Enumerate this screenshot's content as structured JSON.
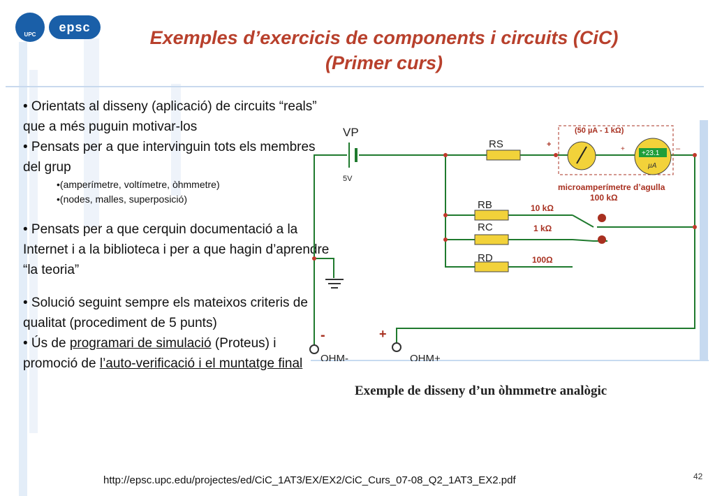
{
  "header": {
    "logo_upc": "UPC",
    "logo_epsc": "epsc",
    "title_line1": "Exemples d’exercicis de components i circuits (CiC)",
    "title_line2": "(Primer curs)"
  },
  "bullets": {
    "b1": "• Orientats al disseny (aplicació) de circuits “reals” que a més puguin motivar-los",
    "b2": "• Pensats per a que intervinguin tots els membres del grup",
    "sub1": "•(amperímetre, voltímetre, òhmmetre)",
    "sub2": "•(nodes, malles, superposició)",
    "b3": "• Pensats per a que cerquin documentació a la Internet i a la biblioteca i per a que hagin d’aprendre “la teoria”",
    "b4": "• Solució seguint sempre els mateixos criteris de qualitat (procediment de 5 punts)",
    "b5_prefix": "• Ús de ",
    "b5_link1": "programari de simulació",
    "b5_mid": " (Proteus) i promoció de ",
    "b5_link2": "l’auto-verificació i el muntatge final"
  },
  "circuit": {
    "vp_label": "VP",
    "vp_value": "5V",
    "rs_label": "RS",
    "meter_range": "(50 µA - 1 kΩ)",
    "meter_reading": "+23.1",
    "meter_unit": "µA",
    "meter_caption": "microamperímetre d’agulla",
    "meter_resistance": "100 kΩ",
    "rb_label": "RB",
    "rb_value": "10 kΩ",
    "rc_label": "RC",
    "rc_value": "1 kΩ",
    "rd_label": "RD",
    "rd_value": "100Ω",
    "plus": "+",
    "minus": "–",
    "minus_big": "-",
    "ohm_minus": "OHM-",
    "ohm_plus": "OHM+"
  },
  "caption": "Exemple de disseny d’un òhmmetre analògic",
  "footer": {
    "url": "http://epsc.upc.edu/projectes/ed/CiC_1AT3/EX/EX2/CiC_Curs_07-08_Q2_1AT3_EX2.pdf",
    "page": "42"
  },
  "colors": {
    "title": "#b8402c",
    "wire": "#1f7a2e",
    "resistor": "#f2d23a",
    "label_red": "#a83020",
    "meter_display": "#1f9e3a"
  }
}
